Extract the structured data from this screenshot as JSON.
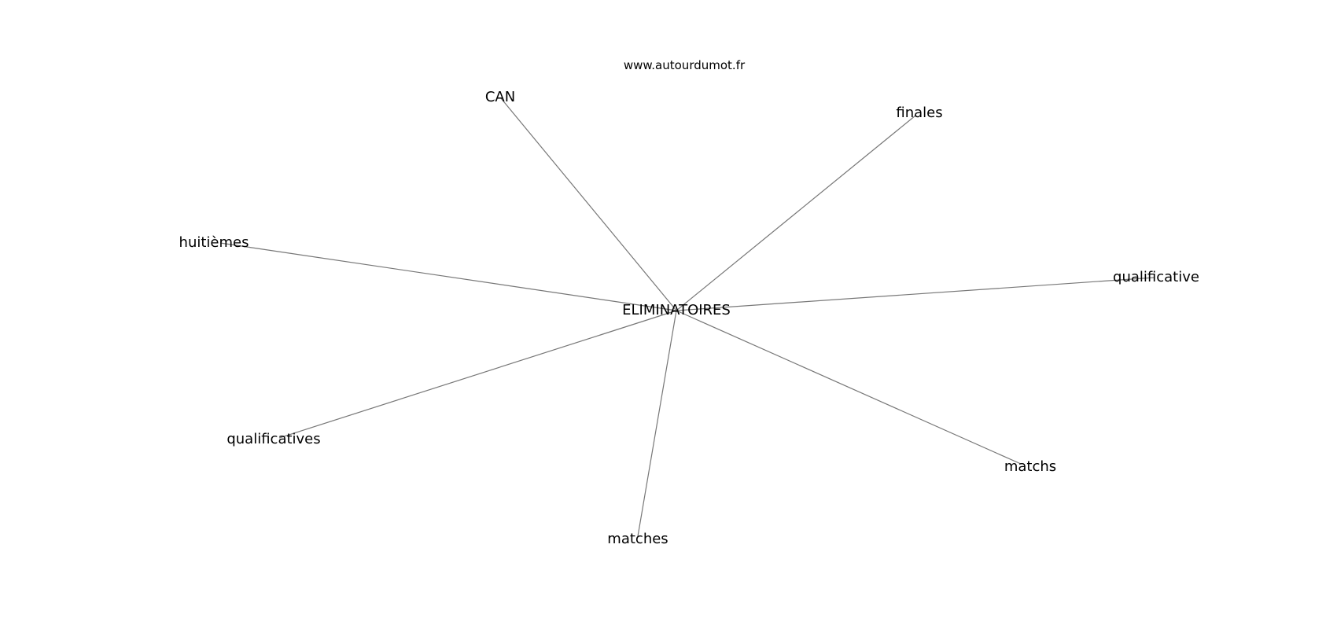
{
  "watermark": "www.autourdumot.fr",
  "center": {
    "label": "ELIMINATOIRES"
  },
  "nodes": [
    {
      "label": "CAN"
    },
    {
      "label": "finales"
    },
    {
      "label": "qualificative"
    },
    {
      "label": "matchs"
    },
    {
      "label": "matches"
    },
    {
      "label": "qualificatives"
    },
    {
      "label": "huitièmes"
    }
  ],
  "colors": {
    "edge": "#777777",
    "text": "#000000",
    "background": "#ffffff"
  }
}
